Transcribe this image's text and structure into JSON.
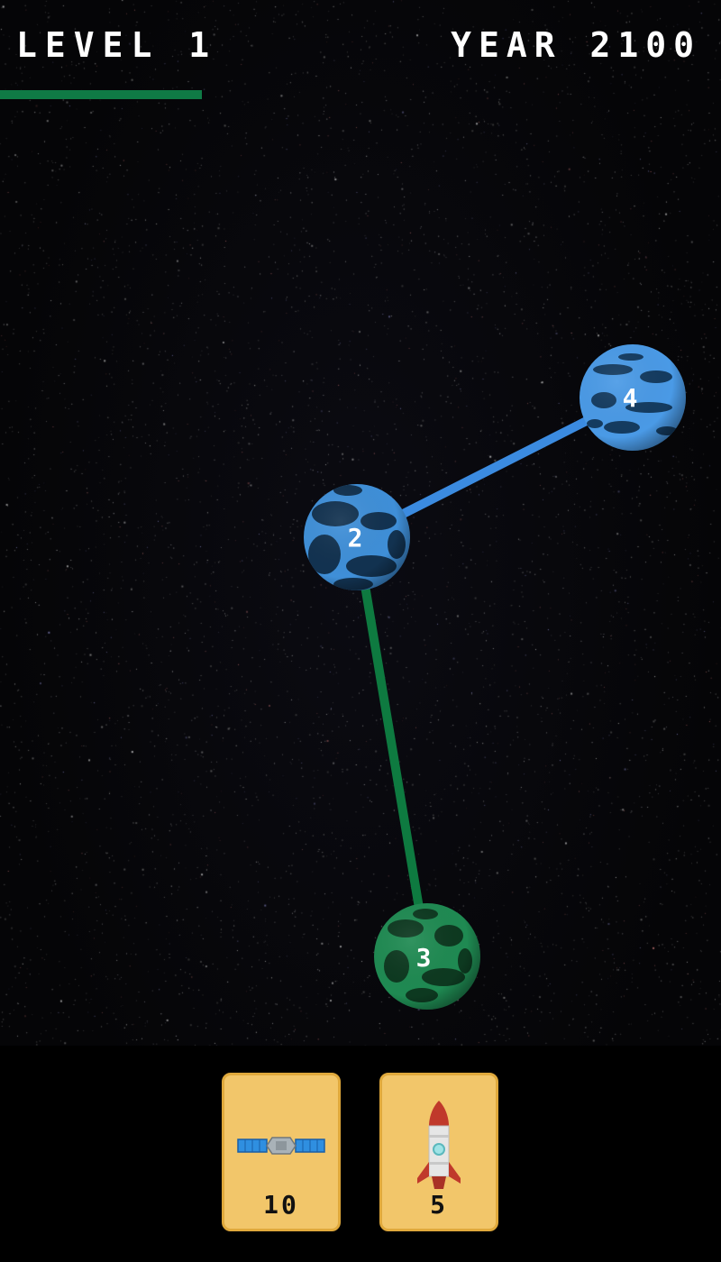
{
  "hud": {
    "level_label": "LEVEL 1",
    "year_label": "YEAR 2100",
    "level_progress": 0.28,
    "progress_color": "#0f7a45"
  },
  "planets": [
    {
      "id": "2",
      "label": "2",
      "color": "#3f8fd8",
      "dark": "#0a2238"
    },
    {
      "id": "4",
      "label": "4",
      "color": "#4a9ae6",
      "dark": "#0b2a48"
    },
    {
      "id": "3",
      "label": "3",
      "color": "#1f8a52",
      "dark": "#0a2a18"
    }
  ],
  "links": [
    {
      "from": "2",
      "to": "4",
      "color": "#3b8be0"
    },
    {
      "from": "2",
      "to": "3",
      "color": "#0e7a40"
    }
  ],
  "inventory": [
    {
      "name": "satellite",
      "icon": "satellite-icon",
      "count": "10"
    },
    {
      "name": "rocket",
      "icon": "rocket-icon",
      "count": "5"
    }
  ],
  "colors": {
    "card_bg": "#f2c66a",
    "card_border": "#e0a93c",
    "space_bg": "#050507"
  }
}
